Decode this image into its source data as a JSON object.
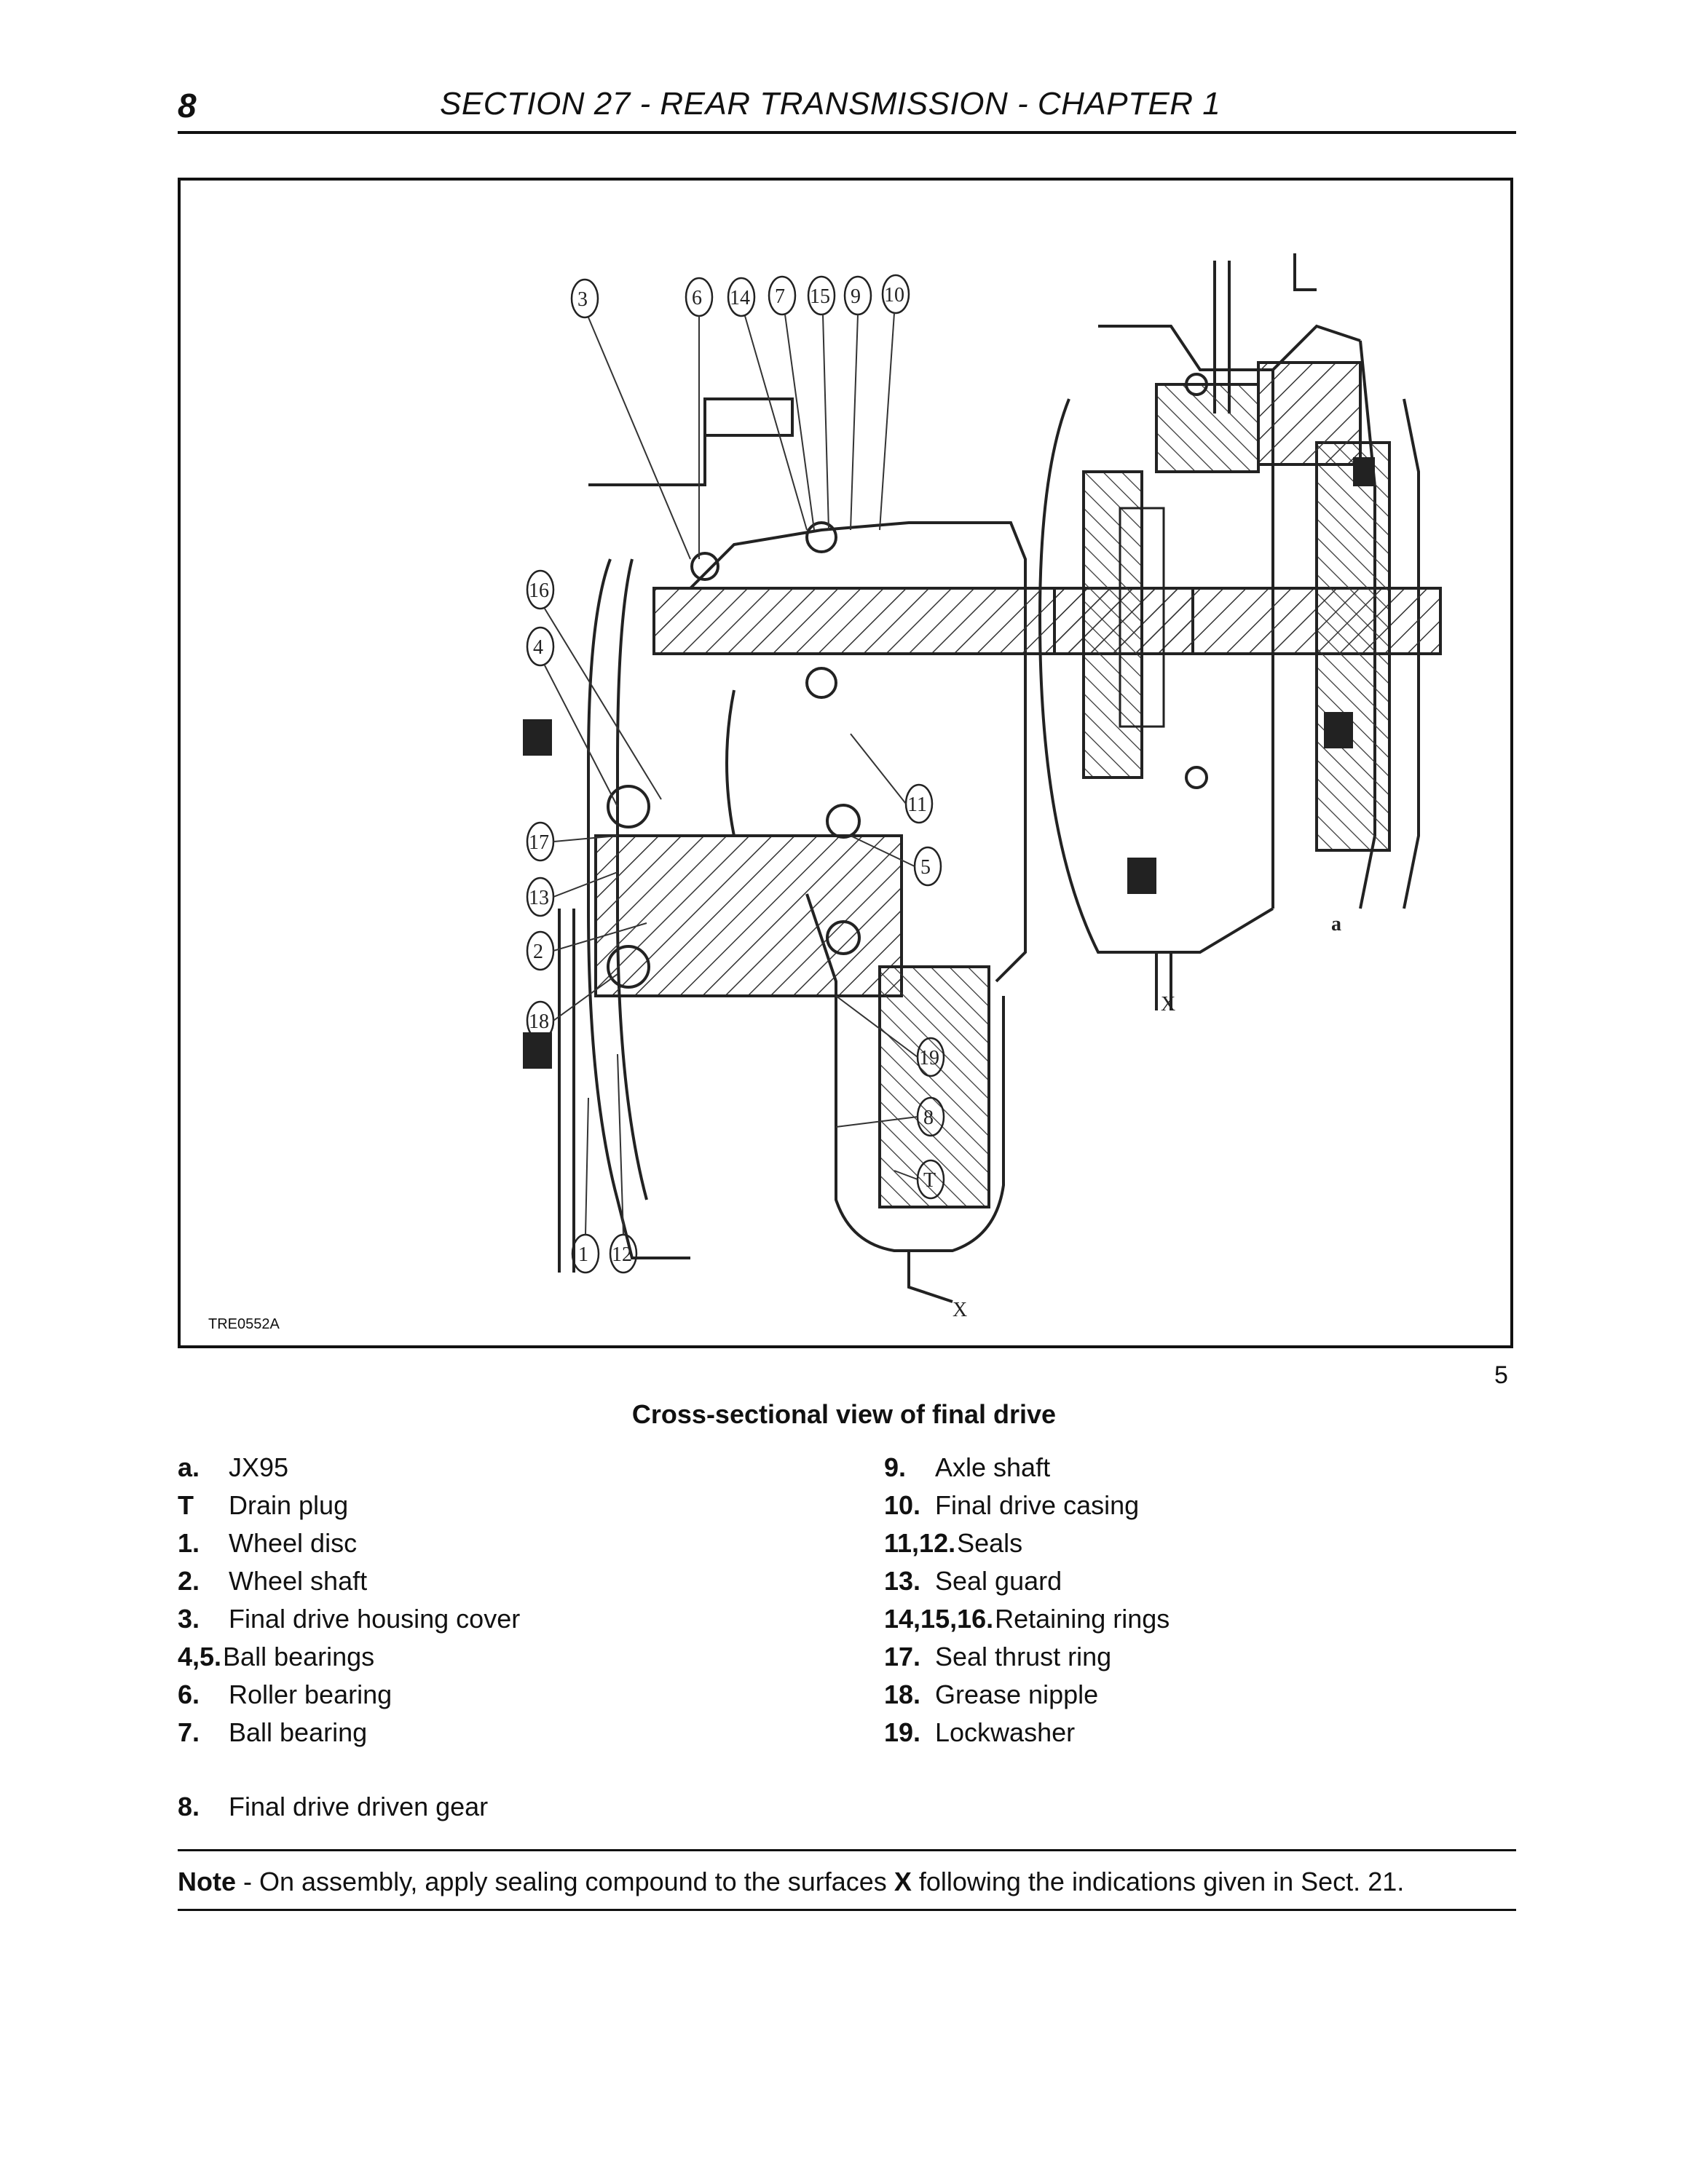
{
  "header": {
    "page_number": "8",
    "section_title": "SECTION 27 - REAR TRANSMISSION - CHAPTER 1"
  },
  "figure": {
    "code": "TRE0552A",
    "number": "5",
    "caption": "Cross-sectional view of final drive",
    "callouts": [
      "3",
      "6",
      "14",
      "7",
      "15",
      "9",
      "10",
      "16",
      "4",
      "17",
      "13",
      "2",
      "18",
      "1",
      "12",
      "11",
      "5",
      "19",
      "8",
      "T",
      "a",
      "X"
    ]
  },
  "legend": {
    "left": [
      {
        "key": "a.",
        "text": "JX95"
      },
      {
        "key": "T",
        "text": "Drain plug"
      },
      {
        "key": "1.",
        "text": "Wheel disc"
      },
      {
        "key": "2.",
        "text": "Wheel shaft"
      },
      {
        "key": "3.",
        "text": "Final drive housing  cover"
      },
      {
        "key": "4,5.",
        "text": "Ball bearings"
      },
      {
        "key": "6.",
        "text": "Roller bearing"
      },
      {
        "key": "7.",
        "text": "Ball bearing"
      }
    ],
    "right": [
      {
        "key": "9.",
        "text": "Axle shaft"
      },
      {
        "key": "10.",
        "text": "Final drive casing"
      },
      {
        "key": "11,12.",
        "text": "Seals"
      },
      {
        "key": "13.",
        "text": "Seal guard"
      },
      {
        "key": "14,15,16.",
        "text": "Retaining rings"
      },
      {
        "key": "17.",
        "text": "Seal thrust ring"
      },
      {
        "key": "18.",
        "text": "Grease nipple"
      },
      {
        "key": "19.",
        "text": "Lockwasher"
      }
    ],
    "extra": {
      "key": "8.",
      "text": "Final drive driven gear"
    }
  },
  "note": {
    "label": "Note",
    "dash": " - ",
    "text_before": "On assembly, apply sealing compound to the surfaces ",
    "emphasis": "X",
    "text_after": " following the indications given in Sect. 21."
  }
}
